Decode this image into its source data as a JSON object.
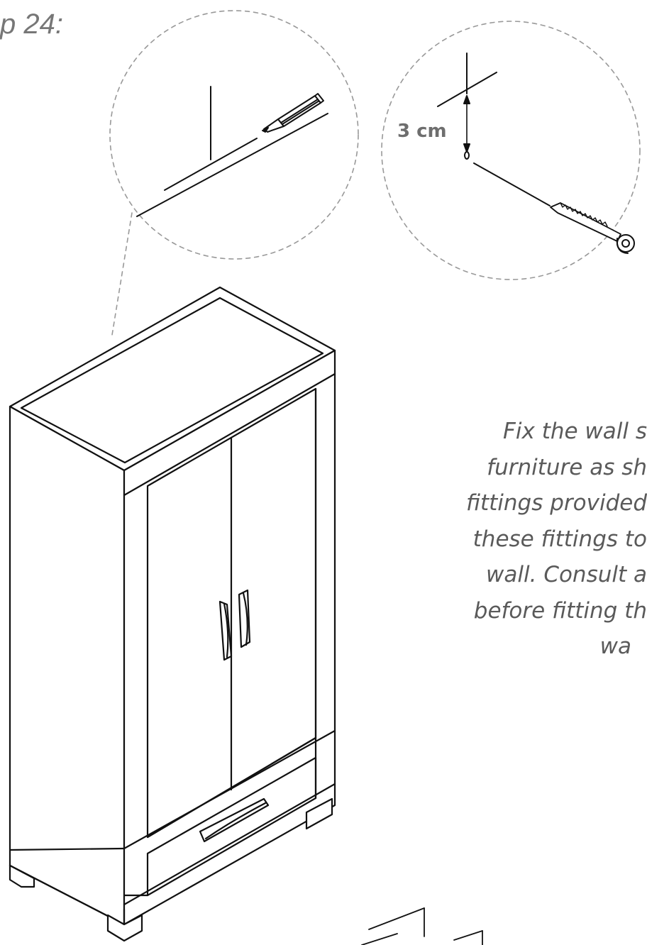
{
  "step": {
    "label": "p 24:"
  },
  "measure": {
    "label": "3 cm"
  },
  "instructions": {
    "lines": [
      "Fix the wall s",
      "furniture as sh",
      "fittings provided",
      "these fittings to",
      "wall. Consult a",
      "before fitting th",
      "wa"
    ]
  },
  "icons": [
    "pencil-icon",
    "screw-icon",
    "wardrobe-illustration"
  ]
}
